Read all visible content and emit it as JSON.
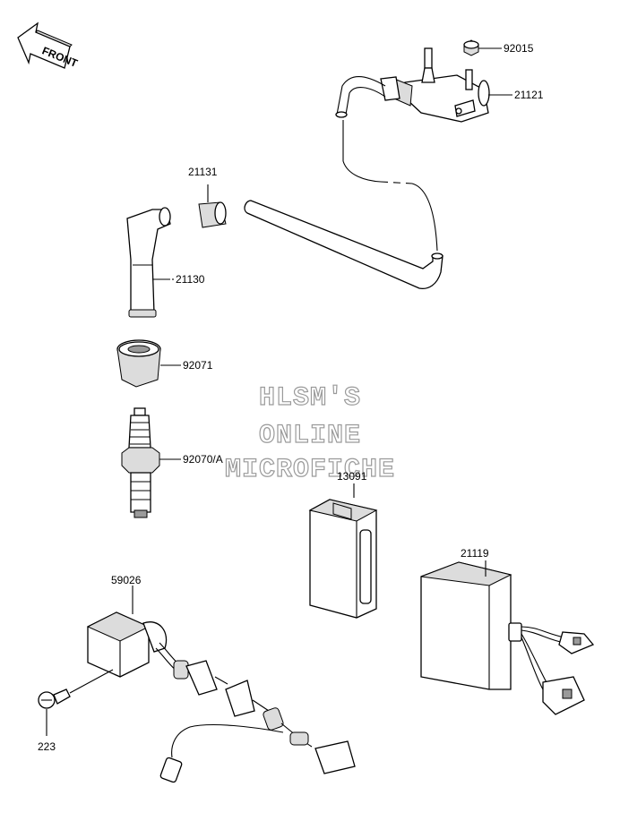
{
  "front_arrow": {
    "label": "FRONT",
    "icon": "front-arrow-icon"
  },
  "watermark": {
    "lines": [
      "HLSM'S",
      "ONLINE",
      "MICROFICHE"
    ]
  },
  "parts": {
    "p92015": "92015",
    "p21121": "21121",
    "p21131": "21131",
    "p21130": "21130",
    "p92071": "92071",
    "p92070": "92070/A",
    "p13091": "13091",
    "p21119": "21119",
    "p59026": "59026",
    "p223": "223"
  }
}
